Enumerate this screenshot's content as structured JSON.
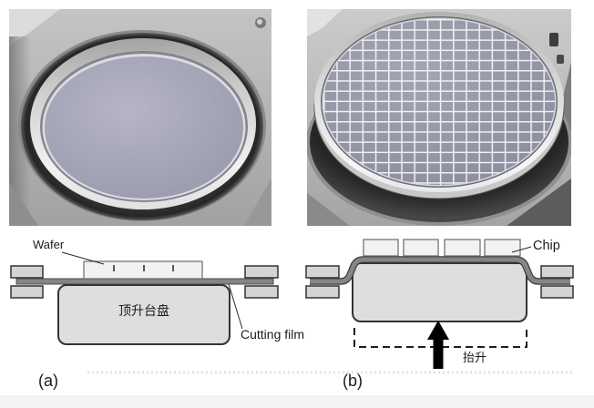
{
  "panel_a": {
    "label": "(a)",
    "wafer_label": "Wafer",
    "platen_label": "顶升台盘",
    "film_label": "Cutting film"
  },
  "panel_b": {
    "label": "(b)",
    "chip_label": "Chip",
    "lift_label": "抬升"
  },
  "colors": {
    "background": "#ffffff",
    "outline": "#333333",
    "platen_fill": "#dedede",
    "clamp_fill": "#d4d4d4",
    "film_fill": "#858585",
    "wafer_fill": "#f2f2f2",
    "arrow": "#000000"
  }
}
